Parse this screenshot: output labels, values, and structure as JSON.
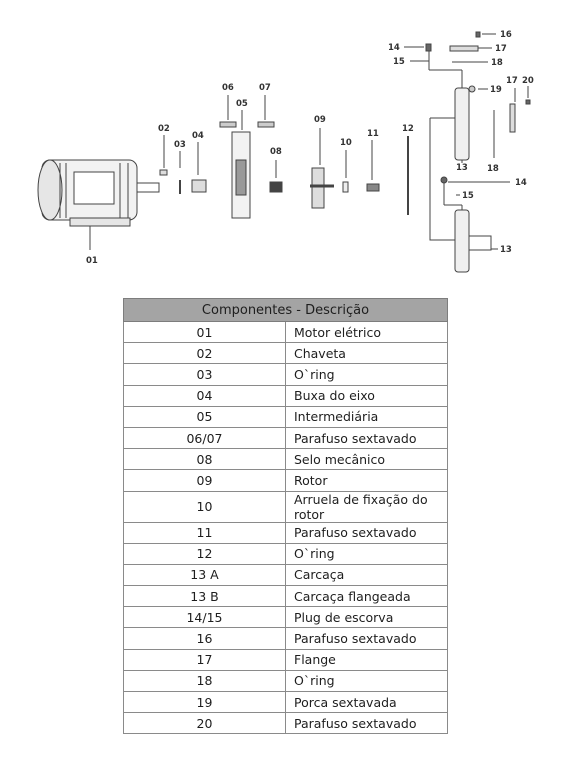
{
  "diagram": {
    "callouts": {
      "c01": "01",
      "c02": "02",
      "c03": "03",
      "c04": "04",
      "c05": "05",
      "c06": "06",
      "c07": "07",
      "c08": "08",
      "c09": "09",
      "c10": "10",
      "c11": "11",
      "c12": "12",
      "c13a": "13",
      "c13b": "13",
      "c14a": "14",
      "c14b": "14",
      "c15a": "15",
      "c15b": "15",
      "c16": "16",
      "c17a": "17",
      "c17b": "17",
      "c18a": "18",
      "c18b": "18",
      "c19": "19",
      "c20": "20"
    }
  },
  "table": {
    "header": "Componentes - Descrição",
    "rows": [
      {
        "code": "01",
        "desc": "Motor elétrico"
      },
      {
        "code": "02",
        "desc": "Chaveta"
      },
      {
        "code": "03",
        "desc": "O`ring"
      },
      {
        "code": "04",
        "desc": "Buxa do eixo"
      },
      {
        "code": "05",
        "desc": "Intermediária"
      },
      {
        "code": "06/07",
        "desc": "Parafuso sextavado"
      },
      {
        "code": "08",
        "desc": "Selo mecânico"
      },
      {
        "code": "09",
        "desc": "Rotor"
      },
      {
        "code": "10",
        "desc": "Arruela de fixação do rotor"
      },
      {
        "code": "11",
        "desc": "Parafuso sextavado"
      },
      {
        "code": "12",
        "desc": "O`ring"
      },
      {
        "code": "13 A",
        "desc": "Carcaça"
      },
      {
        "code": "13 B",
        "desc": "Carcaça flangeada"
      },
      {
        "code": "14/15",
        "desc": "Plug de escorva"
      },
      {
        "code": "16",
        "desc": "Parafuso sextavado"
      },
      {
        "code": "17",
        "desc": "Flange"
      },
      {
        "code": "18",
        "desc": "O`ring"
      },
      {
        "code": "19",
        "desc": "Porca sextavada"
      },
      {
        "code": "20",
        "desc": "Parafuso sextavado"
      }
    ]
  }
}
